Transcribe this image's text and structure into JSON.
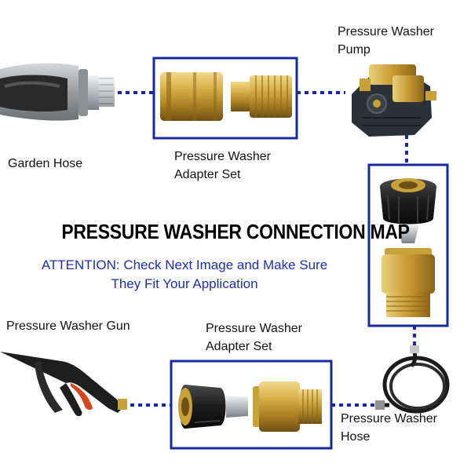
{
  "labels": {
    "garden_hose": "Garden Hose",
    "pump_line1": "Pressure Washer",
    "pump_line2": "Pump",
    "adapter_top_line1": "Pressure Washer",
    "adapter_top_line2": "Adapter Set",
    "gun": "Pressure Washer Gun",
    "adapter_bottom_line1": "Pressure Washer",
    "adapter_bottom_line2": "Adapter Set",
    "hose_line1": "Pressure Washer",
    "hose_line2": "Hose"
  },
  "title": "PRESSURE WASHER CONNECTION MAP",
  "attention": {
    "line1": "ATTENTION: Check Next Image and Make Sure",
    "line2": "They Fit Your Application"
  },
  "colors": {
    "frame": "#1a2a9c",
    "connector": "#1a2a9c",
    "attention_text": "#1f2fa8",
    "brass": "#c9a13a",
    "rubber": "#1b1b1b",
    "steel": "#b9bcc0"
  }
}
